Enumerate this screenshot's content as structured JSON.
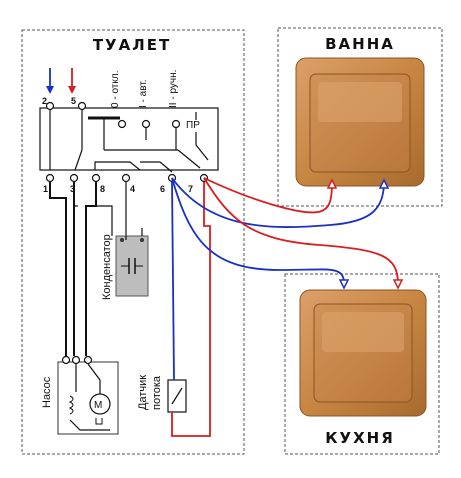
{
  "rooms": {
    "toilet": "ТУАЛЕТ",
    "bath": "ВАННА",
    "kitchen": "КУХНЯ"
  },
  "switch_modes": {
    "off": "0 - откл.",
    "auto": "I - авт.",
    "manual": "II - ручн."
  },
  "relay_label": "ПР",
  "terminals_top": [
    "2",
    "5"
  ],
  "terminals_bottom": [
    "1",
    "3",
    "8",
    "4",
    "6",
    "7"
  ],
  "components": {
    "capacitor": "Конденсатор",
    "pump": "Насос",
    "motor": "M",
    "sensor_line1": "Датчик",
    "sensor_line2": "потока"
  },
  "colors": {
    "phase_wire": "#d81e1e",
    "neutral_wire": "#1a2fc4",
    "wood": "#c98a4b"
  }
}
